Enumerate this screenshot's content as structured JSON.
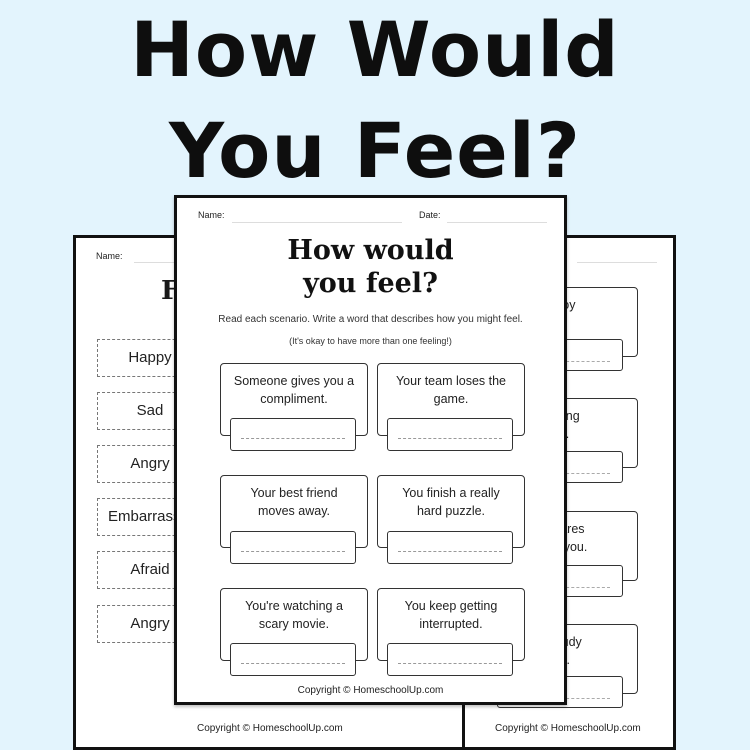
{
  "cover": {
    "title_line1": "How Would",
    "title_line2": "You Feel?"
  },
  "left_sheet": {
    "name_label": "Name:",
    "title_partial": "F",
    "feelings": [
      "Happy",
      "Sad",
      "Angry",
      "Embarrassed",
      "Afraid",
      "Angry"
    ],
    "copyright": "Copyright © HomeschoolUp.com"
  },
  "right_sheet": {
    "scenarios_partial": [
      "rite toy\nks.",
      "t during\ntrip.",
      "l shares\nwith you.",
      "to study\nest."
    ],
    "copyright": "Copyright © HomeschoolUp.com"
  },
  "front_sheet": {
    "name_label": "Name:",
    "date_label": "Date:",
    "title_line1": "How would",
    "title_line2": "you feel?",
    "instructions": "Read each scenario. Write a word that describes how you might feel.",
    "note": "(It's okay to have more than one feeling!)",
    "scenarios": [
      "Someone gives you a\ncompliment.",
      "Your team loses the\ngame.",
      "Your best friend\nmoves away.",
      "You finish a really\nhard puzzle.",
      "You're watching a\nscary movie.",
      "You keep getting\ninterrupted."
    ],
    "copyright": "Copyright © HomeschoolUp.com"
  }
}
